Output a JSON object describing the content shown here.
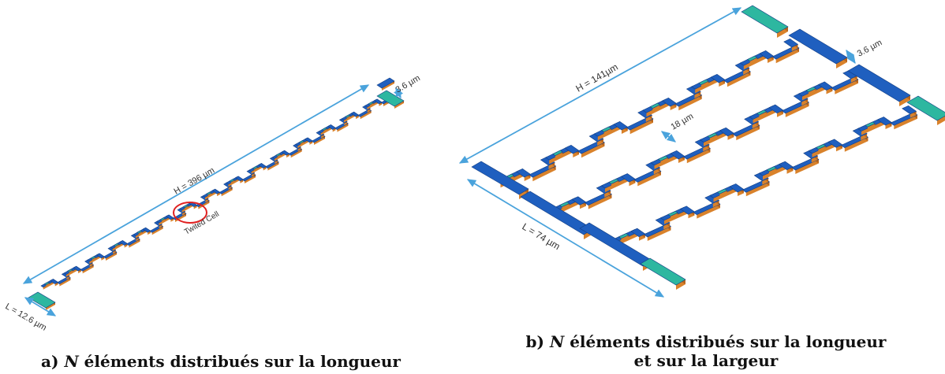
{
  "figure_a": {
    "height_label": "H = 396 µm",
    "length_label": "L = 12.6 µm",
    "gap_label": "3.6 µm",
    "highlight_label": "Twited Cell",
    "caption": {
      "prefix": "a) ",
      "var": "N",
      "text": " éléments distribués sur la longueur"
    }
  },
  "figure_b": {
    "height_label": "H = 141µm",
    "length_label": "L = 74 µm",
    "gap_label": "3.6 µm",
    "spacing_label": "18 µm",
    "caption": {
      "prefix": "b) ",
      "var": "N",
      "line1": " éléments distribués sur la longueur",
      "line2": "et sur la largeur"
    }
  },
  "colors": {
    "blue": "#1f5fbf",
    "blue_dark": "#123f86",
    "orange": "#d9822b",
    "teal": "#2db7a0",
    "arrow": "#4aa3dc",
    "highlight": "#e02020"
  }
}
